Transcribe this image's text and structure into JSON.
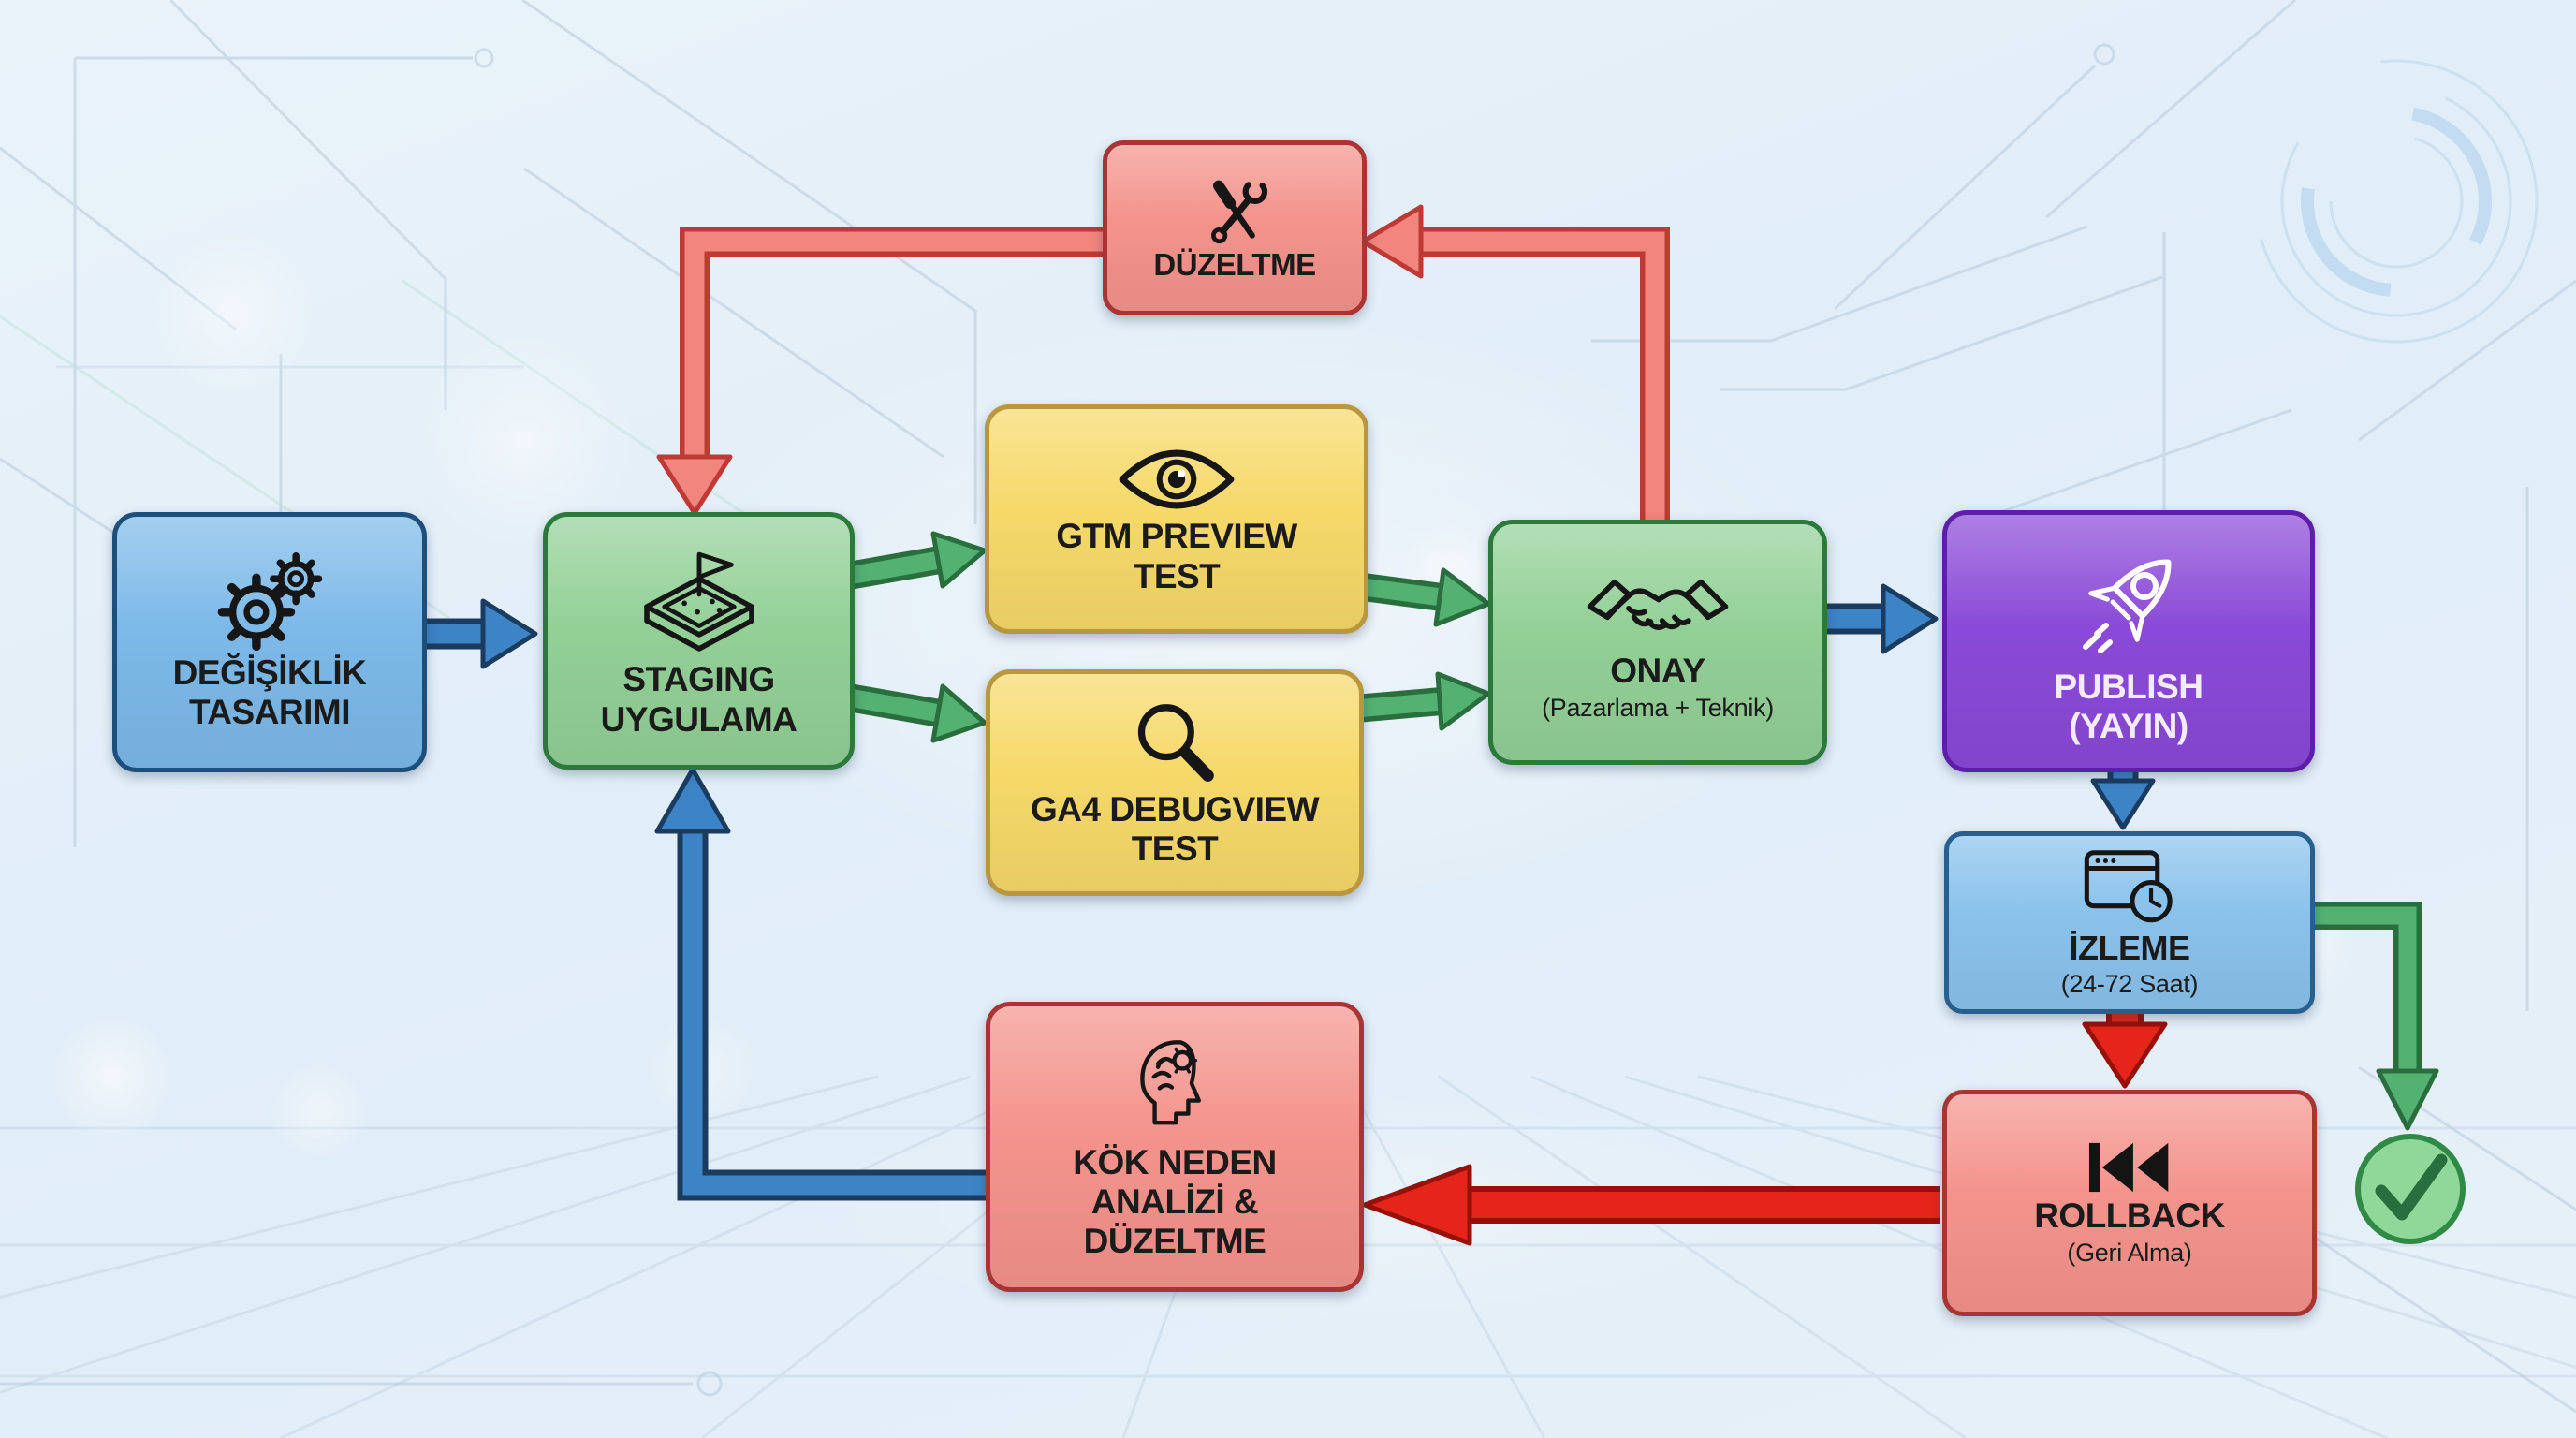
{
  "diagram_title": "",
  "palette": {
    "background": "#e6f0f8",
    "wireframe_line": "#b7cadc",
    "arrow_blue": "#3d84c6",
    "arrow_green": "#53b271",
    "arrow_salmon": "#f2857d",
    "arrow_red": "#e5251a",
    "check_fill": "#90d79a",
    "check_border": "#2f8a46",
    "check_mark": "#276f3c"
  },
  "nodes": {
    "duzeltme": {
      "label": "DÜZELTME",
      "sublabel": "",
      "icon": "tools-icon",
      "fill": "#f4938c",
      "border": "#a83434",
      "text": "#1b1b1b"
    },
    "degisiklik": {
      "label": "DEĞİŞİKLİK\nTASARIMI",
      "sublabel": "",
      "icon": "gears-icon",
      "fill": "#7cb9e8",
      "border": "#1d4f7c",
      "text": "#1b1b1b"
    },
    "staging": {
      "label": "STAGING\nUYGULAMA",
      "sublabel": "",
      "icon": "sandbox-icon",
      "fill": "#92d096",
      "border": "#2b7a3c",
      "text": "#1b1b1b"
    },
    "gtm": {
      "label": "GTM PREVIEW\nTEST",
      "sublabel": "",
      "icon": "eye-icon",
      "fill": "#f6d969",
      "border": "#b9973f",
      "text": "#1b1b1b"
    },
    "ga4": {
      "label": "GA4 DEBUGVIEW\nTEST",
      "sublabel": "",
      "icon": "magnifier-icon",
      "fill": "#f6d969",
      "border": "#b9973f",
      "text": "#1b1b1b"
    },
    "onay": {
      "label": "ONAY",
      "sublabel": "(Pazarlama + Teknik)",
      "icon": "handshake-icon",
      "fill": "#92d096",
      "border": "#2b7a3c",
      "text": "#1b1b1b"
    },
    "publish": {
      "label": "PUBLISH\n(YAYIN)",
      "sublabel": "",
      "icon": "rocket-icon",
      "fill": "#8a49d8",
      "border": "#5d1fa8",
      "text": "#f3ecff"
    },
    "izleme": {
      "label": "İZLEME",
      "sublabel": "(24-72 Saat)",
      "icon": "browser-clock-icon",
      "fill": "#8ac2ec",
      "border": "#27608f",
      "text": "#1b1b1b"
    },
    "rollback": {
      "label": "ROLLBACK",
      "sublabel": "(Geri Alma)",
      "icon": "rewind-icon",
      "fill": "#f4938c",
      "border": "#a83434",
      "text": "#1b1b1b"
    },
    "kokneden": {
      "label": "KÖK NEDEN\nANALİZİ &\nDÜZELTME",
      "sublabel": "",
      "icon": "head-gear-icon",
      "fill": "#f4938c",
      "border": "#a83434",
      "text": "#1b1b1b"
    },
    "success": {
      "label": "",
      "sublabel": "",
      "icon": "check-icon",
      "fill": "#90d79a",
      "border": "#2f8a46",
      "text": "#276f3c"
    }
  },
  "edges": [
    {
      "from": "degisiklik",
      "to": "staging",
      "color": "blue"
    },
    {
      "from": "staging",
      "to": "gtm",
      "color": "green"
    },
    {
      "from": "staging",
      "to": "ga4",
      "color": "green"
    },
    {
      "from": "gtm",
      "to": "onay",
      "color": "green"
    },
    {
      "from": "ga4",
      "to": "onay",
      "color": "green"
    },
    {
      "from": "onay",
      "to": "publish",
      "color": "blue"
    },
    {
      "from": "onay",
      "to": "duzeltme",
      "color": "salmon"
    },
    {
      "from": "duzeltme",
      "to": "staging",
      "color": "salmon"
    },
    {
      "from": "publish",
      "to": "izleme",
      "color": "blue"
    },
    {
      "from": "izleme",
      "to": "rollback",
      "color": "red"
    },
    {
      "from": "izleme",
      "to": "success",
      "color": "green"
    },
    {
      "from": "rollback",
      "to": "kokneden",
      "color": "red"
    },
    {
      "from": "kokneden",
      "to": "staging",
      "color": "blue"
    }
  ]
}
